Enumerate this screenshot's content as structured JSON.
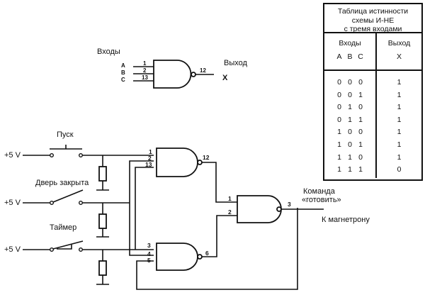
{
  "legend_gate": {
    "inputs_label": "Входы",
    "output_label": "Выход",
    "input_names": [
      "A",
      "B",
      "C"
    ],
    "input_pins": [
      "1",
      "2",
      "13"
    ],
    "output_pin": "12",
    "output_name": "X"
  },
  "truth_table": {
    "title_lines": [
      "Таблица истинности",
      "схемы И-НЕ",
      "с тремя входами"
    ],
    "inputs_header": "Входы",
    "output_header": "Выход",
    "input_columns": [
      "A",
      "B",
      "C"
    ],
    "output_column": "X",
    "rows": [
      {
        "inputs": [
          "0",
          "0",
          "0"
        ],
        "output": "1"
      },
      {
        "inputs": [
          "0",
          "0",
          "1"
        ],
        "output": "1"
      },
      {
        "inputs": [
          "0",
          "1",
          "0"
        ],
        "output": "1"
      },
      {
        "inputs": [
          "0",
          "1",
          "1"
        ],
        "output": "1"
      },
      {
        "inputs": [
          "1",
          "0",
          "0"
        ],
        "output": "1"
      },
      {
        "inputs": [
          "1",
          "0",
          "1"
        ],
        "output": "1"
      },
      {
        "inputs": [
          "1",
          "1",
          "0"
        ],
        "output": "1"
      },
      {
        "inputs": [
          "1",
          "1",
          "1"
        ],
        "output": "0"
      }
    ]
  },
  "circuit": {
    "supply_label": "+5 V",
    "switches": [
      {
        "label": "Пуск",
        "type": "push-button"
      },
      {
        "label": "Дверь закрыта",
        "type": "switch-closed"
      },
      {
        "label": "Таймер",
        "type": "timer-switch"
      }
    ],
    "gate1": {
      "input_pins": [
        "1",
        "2",
        "13"
      ],
      "output_pin": "12"
    },
    "gate2": {
      "input_pins": [
        "3",
        "4",
        "5"
      ],
      "output_pin": "6"
    },
    "gate3": {
      "input_pins": [
        "1",
        "2"
      ],
      "output_pin": "3"
    },
    "output_label_line1": "Команда",
    "output_label_line2": "«готовить»",
    "output_destination": "К магнетрону"
  }
}
